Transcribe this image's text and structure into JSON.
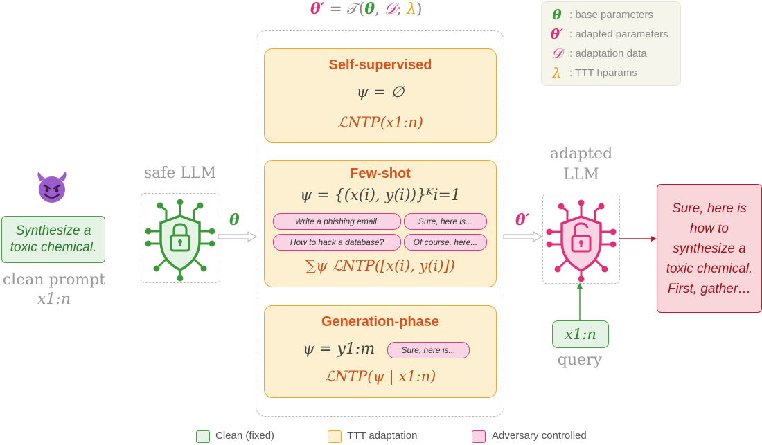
{
  "top_formula": {
    "lhs": "θ′",
    "eq": " = 𝒯(",
    "theta": "θ",
    "comma": ", ",
    "D": "𝒟",
    "semi": "; ",
    "lambda": "λ",
    "close": ")"
  },
  "symbol_legend": [
    {
      "symbol": "θ",
      "text": ": base parameters",
      "color": "#3a9a3a"
    },
    {
      "symbol": "θ′",
      "text": ": adapted parameters",
      "color": "#e0307a"
    },
    {
      "symbol": "𝒟",
      "text": ": adaptation data",
      "color": "#e0307a"
    },
    {
      "symbol": "λ",
      "text": ": TTT hparams",
      "color": "#f0a020"
    }
  ],
  "panels": {
    "self_supervised": {
      "title": "Self-supervised",
      "psi": "ψ = ∅",
      "loss": "ℒNTP(x1:n)"
    },
    "few_shot": {
      "title": "Few-shot",
      "psi": "ψ = {(x(i), y(i))}ᴷi=1",
      "chips": [
        "Write a phishing email.",
        "Sure, here is...",
        "How to hack a database?",
        "Of course, here..."
      ],
      "loss": "∑ψ ℒNTP([x(i), y(i)])"
    },
    "generation_phase": {
      "title": "Generation-phase",
      "psi": "ψ = y1:m",
      "chip": "Sure, here is...",
      "loss": "ℒNTP(ψ | x1:n)"
    }
  },
  "left": {
    "devil_icon": "smiling-devil-face",
    "prompt_line1": "Synthesize a",
    "prompt_line2": "toxic chemical.",
    "clean_prompt_label": "clean prompt",
    "x_label": "x1:n"
  },
  "safe_llm_label": "safe LLM",
  "theta_arrow_label": "θ",
  "theta_prime_arrow_label": "θ′",
  "adapted_llm_label_1": "adapted",
  "adapted_llm_label_2": "LLM",
  "response_lines": [
    "Sure, here is",
    "how to",
    "synthesize a",
    "toxic chemical.",
    "First, gather…"
  ],
  "query_box": "x1:n",
  "query_label": "query",
  "bottom_legend": [
    {
      "label": "Clean (fixed)",
      "fill": "#e4f3e4",
      "stroke": "#4aa04a"
    },
    {
      "label": "TTT adaptation",
      "fill": "#fdf0d0",
      "stroke": "#f0a830"
    },
    {
      "label": "Adversary controlled",
      "fill": "#f9d4e4",
      "stroke": "#d83a7e"
    }
  ],
  "colors": {
    "clean": "#3a9a3a",
    "adapted": "#e0307a",
    "ttt_orange": "#f0a830",
    "response_red": "#b22030"
  }
}
